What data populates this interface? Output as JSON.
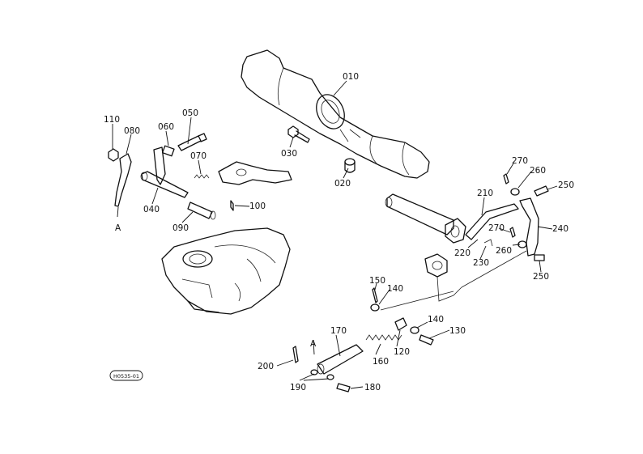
{
  "diagram": {
    "code": "H0535-01",
    "callouts": [
      {
        "id": "c010",
        "text": "010"
      },
      {
        "id": "c020",
        "text": "020"
      },
      {
        "id": "c030",
        "text": "030"
      },
      {
        "id": "c040",
        "text": "040"
      },
      {
        "id": "c050",
        "text": "050"
      },
      {
        "id": "c060",
        "text": "060"
      },
      {
        "id": "c070",
        "text": "070"
      },
      {
        "id": "c080",
        "text": "080"
      },
      {
        "id": "c090",
        "text": "090"
      },
      {
        "id": "c100",
        "text": "100"
      },
      {
        "id": "c110",
        "text": "110"
      },
      {
        "id": "c120",
        "text": "120"
      },
      {
        "id": "c130",
        "text": "130"
      },
      {
        "id": "c140a",
        "text": "140"
      },
      {
        "id": "c140b",
        "text": "140"
      },
      {
        "id": "c150",
        "text": "150"
      },
      {
        "id": "c160",
        "text": "160"
      },
      {
        "id": "c170",
        "text": "170"
      },
      {
        "id": "c180",
        "text": "180"
      },
      {
        "id": "c190",
        "text": "190"
      },
      {
        "id": "c200",
        "text": "200"
      },
      {
        "id": "c210",
        "text": "210"
      },
      {
        "id": "c220",
        "text": "220"
      },
      {
        "id": "c230",
        "text": "230"
      },
      {
        "id": "c240",
        "text": "240"
      },
      {
        "id": "c250a",
        "text": "250"
      },
      {
        "id": "c250b",
        "text": "250"
      },
      {
        "id": "c260a",
        "text": "260"
      },
      {
        "id": "c260b",
        "text": "260"
      },
      {
        "id": "c270a",
        "text": "270"
      },
      {
        "id": "c270b",
        "text": "270"
      },
      {
        "id": "cA1",
        "text": "A"
      },
      {
        "id": "cA2",
        "text": "A"
      }
    ]
  }
}
